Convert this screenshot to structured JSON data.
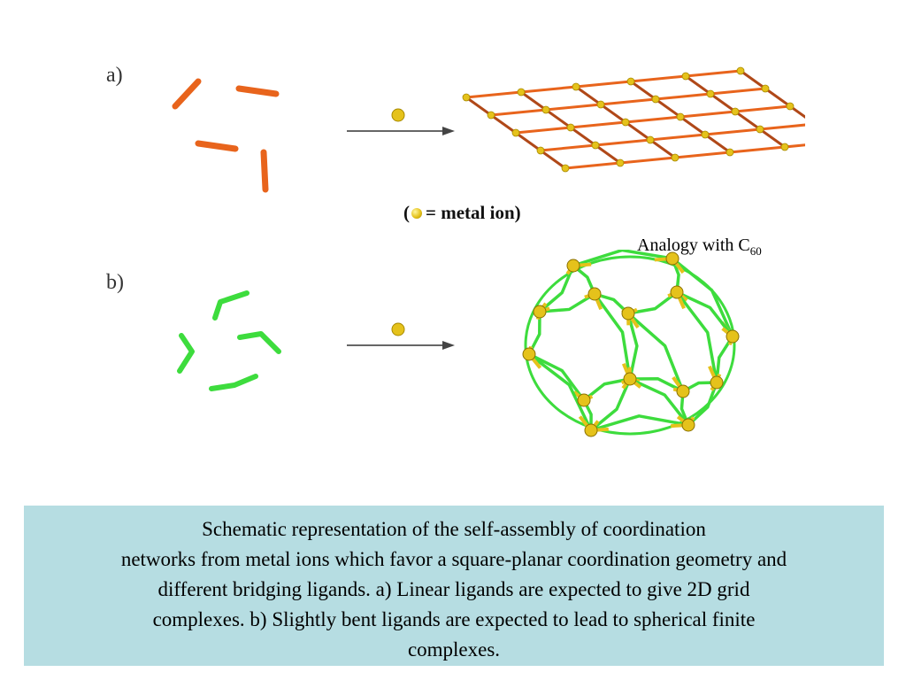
{
  "labels": {
    "a": "a)",
    "b": "b)"
  },
  "legend": {
    "open": "(",
    "text": "= metal ion)"
  },
  "analogy": {
    "text": "Analogy with C",
    "subscript": "60"
  },
  "caption": {
    "line1": "Schematic representation of the self-assembly of coordination",
    "line2": "networks from metal ions which favor a square-planar coordination geometry and",
    "line3": "different bridging ligands. a) Linear ligands are expected to give 2D grid",
    "line4": "complexes. b) Slightly bent ligands are expected to lead to spherical finite",
    "line5": "complexes."
  },
  "colors": {
    "linear_ligand": "#e8641c",
    "bent_ligand": "#3ddc3d",
    "metal_ion": "#e5c21b",
    "caption_bg": "#b6dde2",
    "arrow": "#666666"
  },
  "icons": {
    "metal_ion": "metal-ion-icon",
    "arrow": "arrow-icon"
  }
}
